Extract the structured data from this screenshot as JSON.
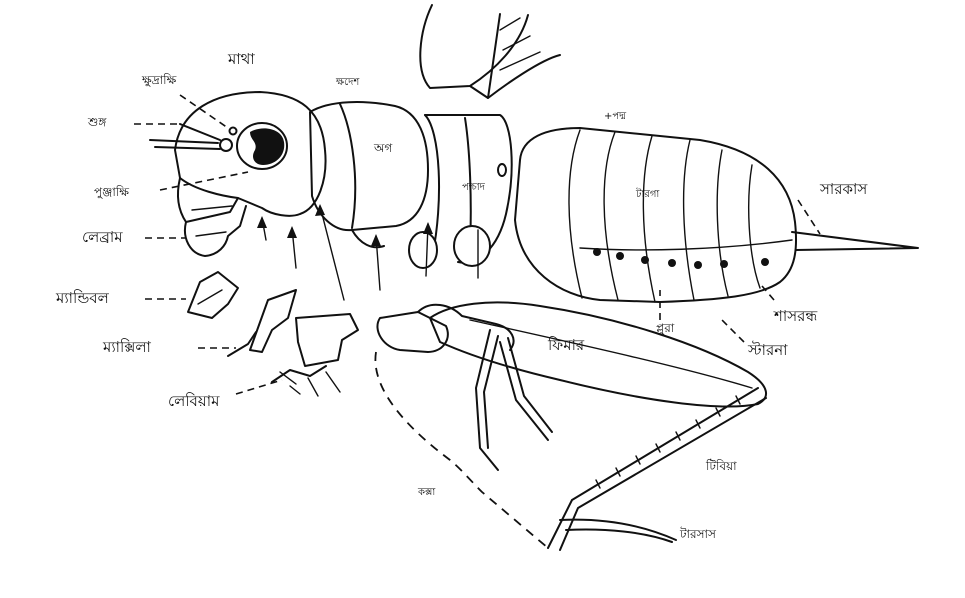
{
  "labels": {
    "head": "মাথা",
    "ocellus": "ক্ষুদ্রাক্ষি",
    "antenna": "শুঙ্গ",
    "compound_eye": "পুঞ্জাক্ষি",
    "labrum": "লেব্রাম",
    "mandible": "ম্যান্ডিবল",
    "maxilla": "ম্যাক্সিলা",
    "labium": "লেবিয়াম",
    "prothorax": "অগ",
    "thorax": "ক্ষদেশ",
    "metathorax": "পশ্চাদ",
    "wing": "+পদ্ম",
    "tergum": "টারগা",
    "cercus": "সারকাস",
    "spiracle": "শাসরন্ধ",
    "sternum": "স্টারনা",
    "pleura": "প্লুরা",
    "femur": "ফিমার",
    "tibia": "টিবিয়া",
    "tarsus": "টারসাস",
    "coxa": "কক্সা"
  }
}
